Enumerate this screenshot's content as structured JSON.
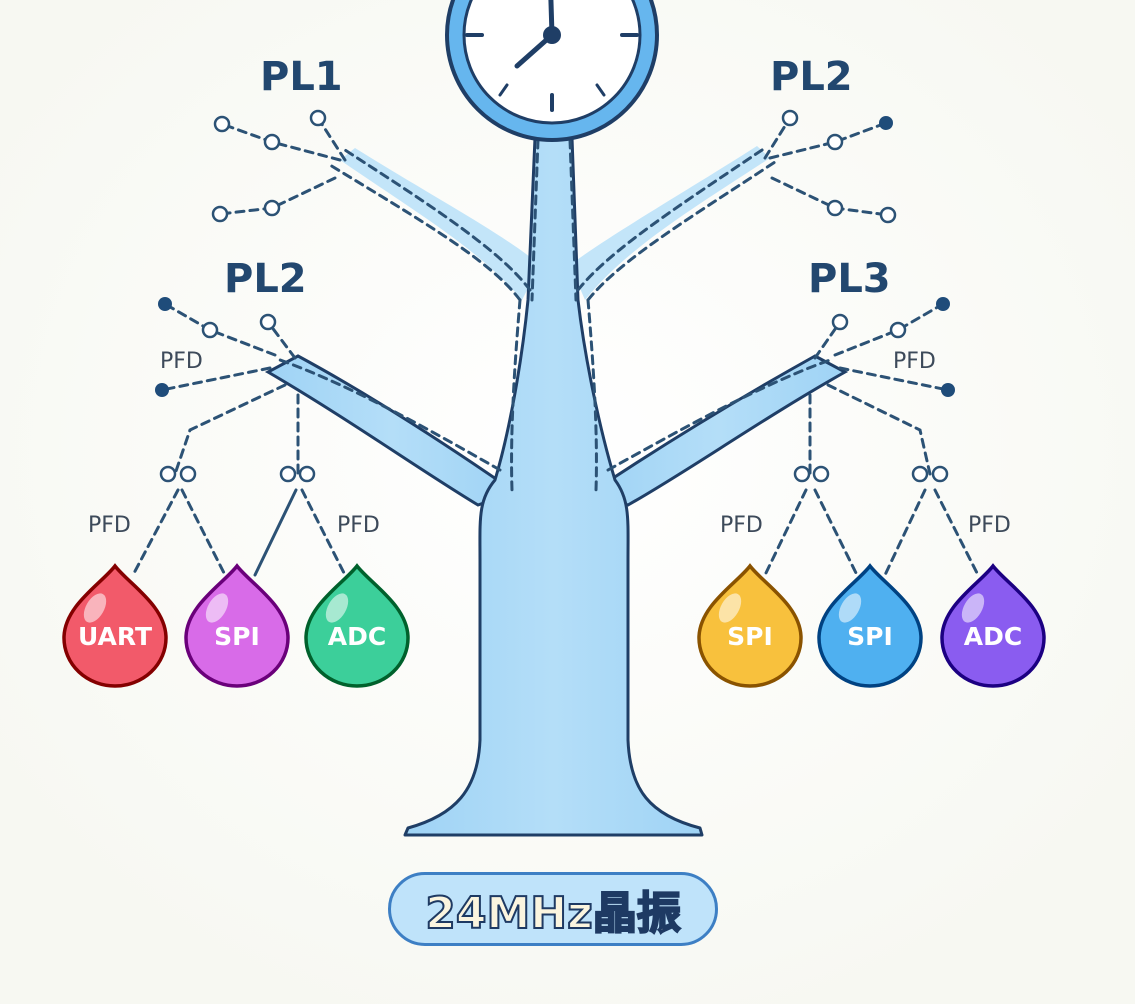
{
  "pll_labels": {
    "top_left": "PL1",
    "top_right": "PL2",
    "mid_left": "PL2",
    "mid_right": "PL3"
  },
  "pfd_labels": {
    "left_branch": "PFD",
    "right_branch": "PFD",
    "left_outer": "PFD",
    "left_inner": "PFD",
    "right_inner": "PFD",
    "right_outer": "PFD"
  },
  "peripherals": [
    {
      "label": "UART",
      "color": "#f25a6a"
    },
    {
      "label": "SPI",
      "color": "#d86be8"
    },
    {
      "label": "ADC",
      "color": "#3ccf9a"
    },
    {
      "label": "SPI",
      "color": "#f8c13d"
    },
    {
      "label": "SPI",
      "color": "#4fb0f0"
    },
    {
      "label": "ADC",
      "color": "#8a5cf0"
    }
  ],
  "caption": "24MHz晶振",
  "colors": {
    "trunk": "#a8d8f6",
    "outline": "#1f3e66",
    "clock_ring": "#66b6ee"
  }
}
